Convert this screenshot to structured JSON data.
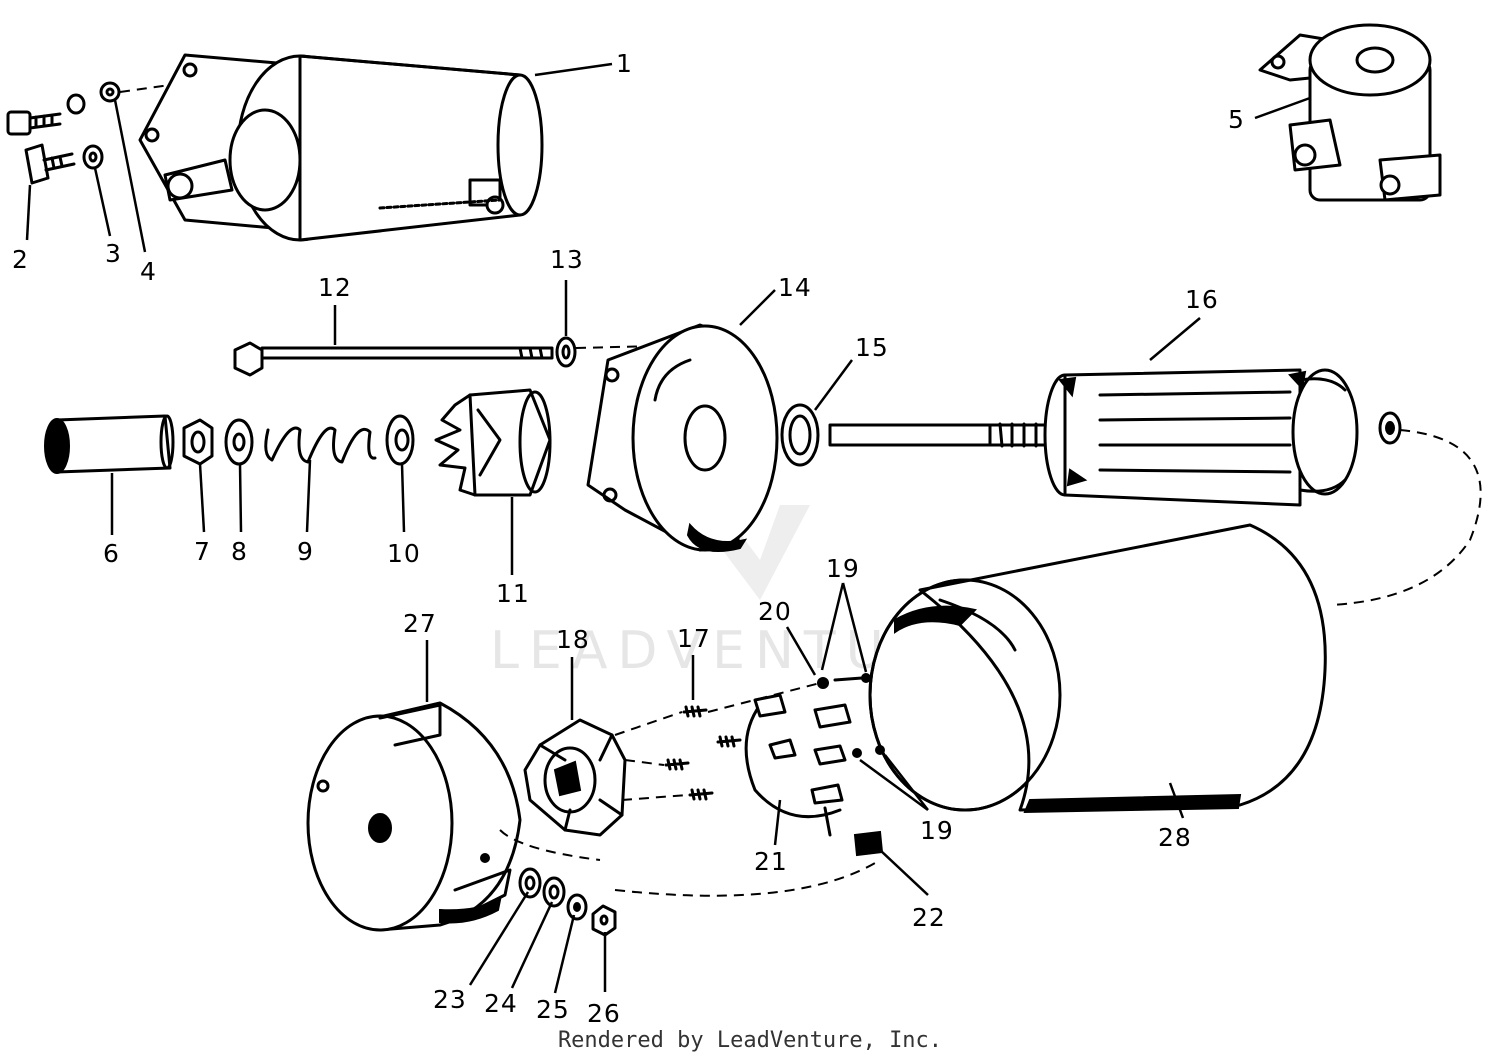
{
  "watermark": {
    "text": "LEADVENTURE"
  },
  "footer": {
    "text": "Rendered by LeadVenture, Inc."
  },
  "callouts": {
    "c1": "1",
    "c2": "2",
    "c3": "3",
    "c4": "4",
    "c5": "5",
    "c6": "6",
    "c7": "7",
    "c8": "8",
    "c9": "9",
    "c10": "10",
    "c11": "11",
    "c12": "12",
    "c13": "13",
    "c14": "14",
    "c15": "15",
    "c16": "16",
    "c17": "17",
    "c18": "18",
    "c19": "19",
    "c19b": "19",
    "c20": "20",
    "c21": "21",
    "c22": "22",
    "c23": "23",
    "c24": "24",
    "c25": "25",
    "c26": "26",
    "c27": "27",
    "c28": "28"
  }
}
